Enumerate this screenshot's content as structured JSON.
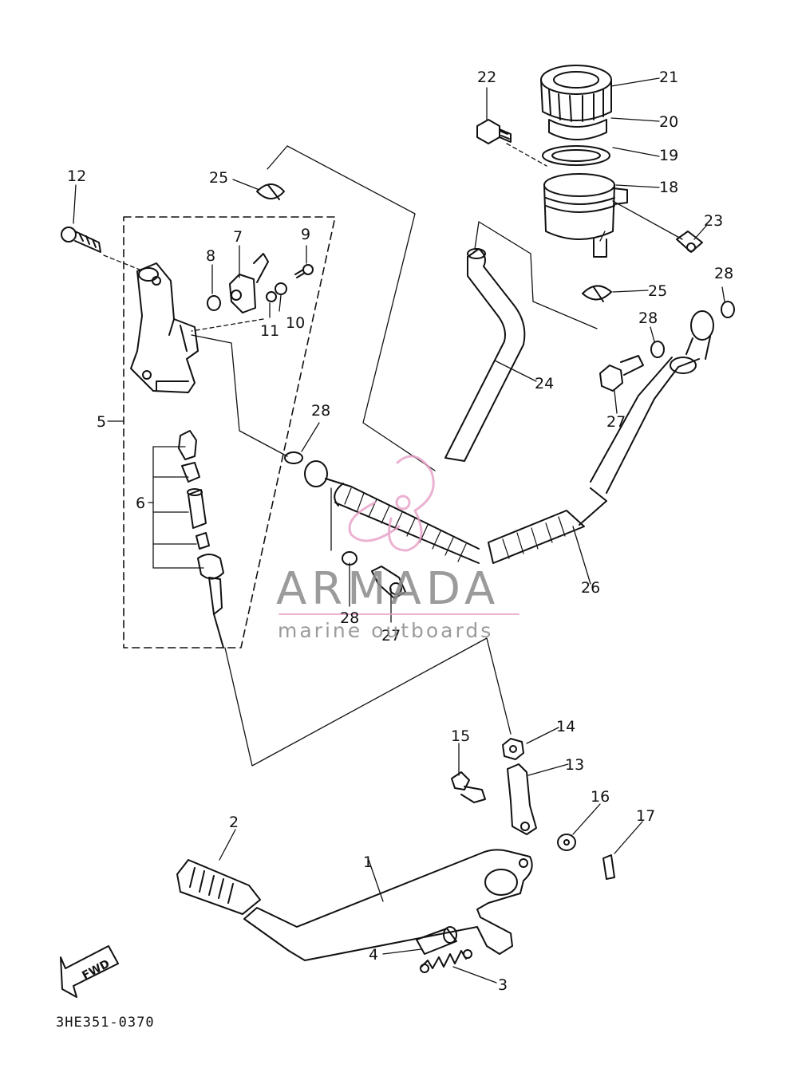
{
  "callouts": [
    {
      "id": "1",
      "text": "1"
    },
    {
      "id": "2",
      "text": "2"
    },
    {
      "id": "3",
      "text": "3"
    },
    {
      "id": "4",
      "text": "4"
    },
    {
      "id": "5",
      "text": "5"
    },
    {
      "id": "6",
      "text": "6"
    },
    {
      "id": "7",
      "text": "7"
    },
    {
      "id": "8",
      "text": "8"
    },
    {
      "id": "9",
      "text": "9"
    },
    {
      "id": "10",
      "text": "10"
    },
    {
      "id": "11",
      "text": "11"
    },
    {
      "id": "12",
      "text": "12"
    },
    {
      "id": "13",
      "text": "13"
    },
    {
      "id": "14",
      "text": "14"
    },
    {
      "id": "15",
      "text": "15"
    },
    {
      "id": "16",
      "text": "16"
    },
    {
      "id": "17",
      "text": "17"
    },
    {
      "id": "18",
      "text": "18"
    },
    {
      "id": "19",
      "text": "19"
    },
    {
      "id": "20",
      "text": "20"
    },
    {
      "id": "21",
      "text": "21"
    },
    {
      "id": "22",
      "text": "22"
    },
    {
      "id": "23",
      "text": "23"
    },
    {
      "id": "24",
      "text": "24"
    },
    {
      "id": "25a",
      "text": "25"
    },
    {
      "id": "25b",
      "text": "25"
    },
    {
      "id": "26",
      "text": "26"
    },
    {
      "id": "27a",
      "text": "27"
    },
    {
      "id": "27b",
      "text": "27"
    },
    {
      "id": "28a",
      "text": "28"
    },
    {
      "id": "28b",
      "text": "28"
    },
    {
      "id": "28c",
      "text": "28"
    },
    {
      "id": "28d",
      "text": "28"
    }
  ],
  "diagram_code": "3HE351-0370",
  "fwd_label": "FWD",
  "watermark": {
    "title": "ARMADA",
    "subtitle": "marine outboards",
    "color": "#8a8a8a",
    "accent_color": "#e8a0c8"
  }
}
